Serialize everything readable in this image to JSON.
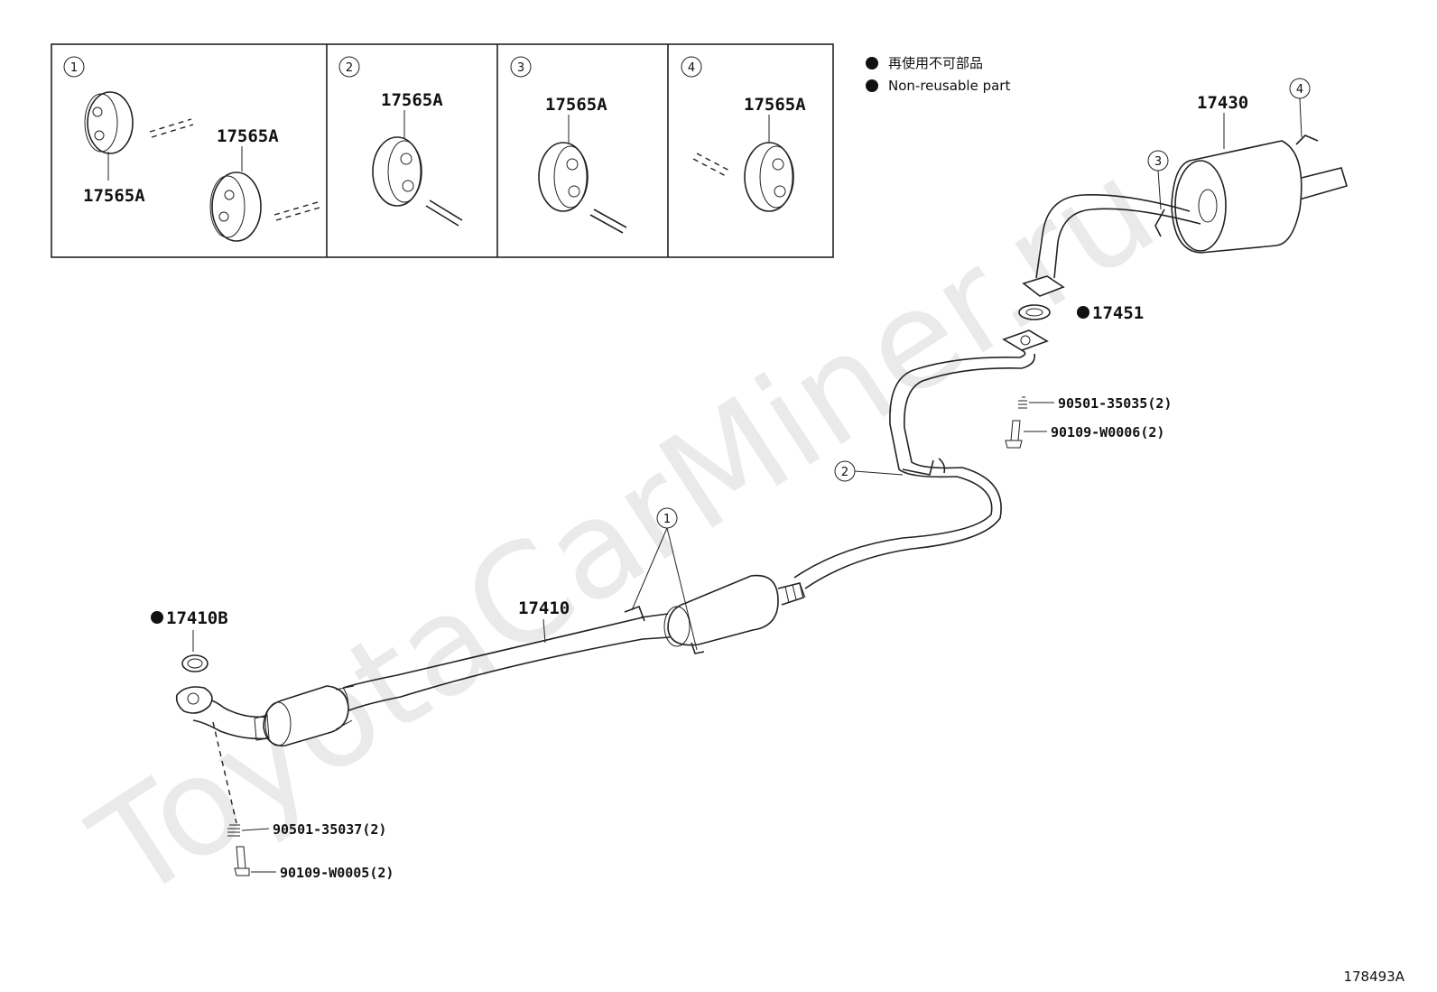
{
  "watermark": "ToyotaCarMiner.ru",
  "figure_id": "178493A",
  "legend": {
    "line1": "再使用不可部品",
    "line2": "Non-reusable part"
  },
  "inset_panels": [
    {
      "num": "1",
      "label_a": "17565A",
      "label_b": "17565A"
    },
    {
      "num": "2",
      "label": "17565A"
    },
    {
      "num": "3",
      "label": "17565A"
    },
    {
      "num": "4",
      "label": "17565A"
    }
  ],
  "callouts": {
    "c1": "1",
    "c2": "2",
    "c3": "3",
    "c4": "4"
  },
  "parts": {
    "muffler": "17430",
    "gasket_rear": "17451",
    "spring_rear": "90501-35035(2)",
    "bolt_rear": "90109-W0006(2)",
    "front_pipe": "17410",
    "gasket_front": "17410B",
    "spring_front": "90501-35037(2)",
    "bolt_front": "90109-W0005(2)"
  },
  "colors": {
    "line": "#222222",
    "watermark": "#eaeaea"
  }
}
